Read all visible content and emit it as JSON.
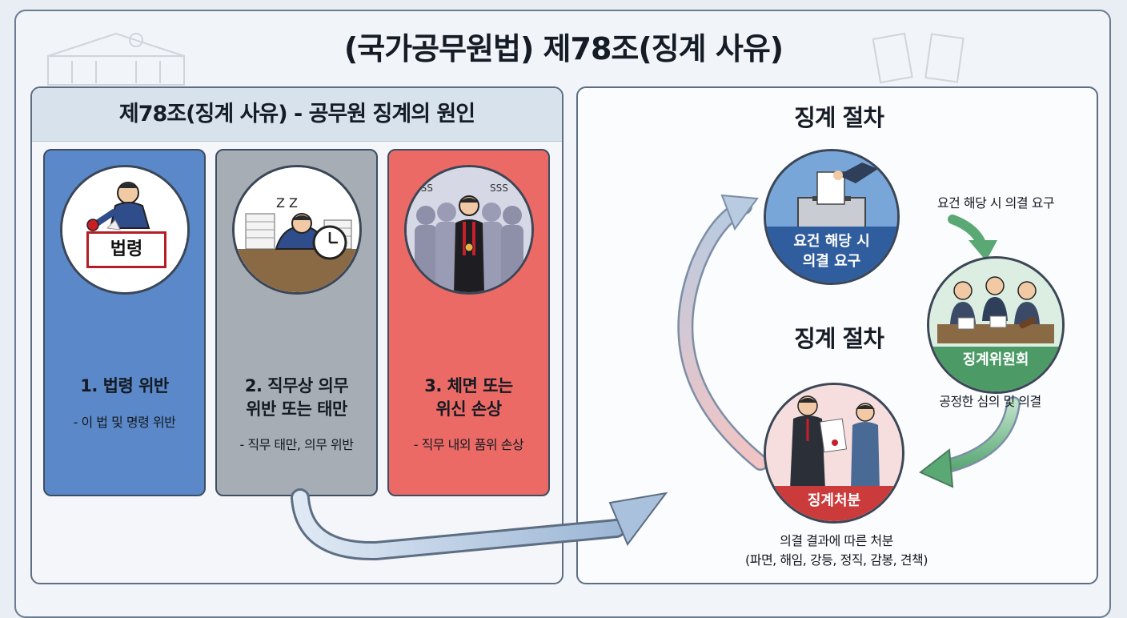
{
  "title": "(국가공무원법) 제78조(징계 사유)",
  "left": {
    "heading": "제78조(징계 사유) - 공무원 징계의 원인",
    "causes": [
      {
        "title_line1": "1. 법령 위반",
        "title_line2": "",
        "desc": "- 이 법 및 명령 위반",
        "sign": "법령",
        "color": "#5a88c8"
      },
      {
        "title_line1": "2. 직무상 의무",
        "title_line2": "위반 또는 태만",
        "desc": "- 직무 태만, 의무 위반",
        "color": "#a6adb5"
      },
      {
        "title_line1": "3. 체면 또는",
        "title_line2": "위신 손상",
        "desc": "- 직무 내외 품위 손상",
        "color": "#eb6a66"
      }
    ]
  },
  "right": {
    "heading_top": "징계 절차",
    "heading_mid": "징계 절차",
    "steps": [
      {
        "label_line1": "요건 해당 시",
        "label_line2": "의결 요구",
        "color": "#5a88c8"
      },
      {
        "label": "징계위원회",
        "color": "#5aaa72"
      },
      {
        "label": "징계처분",
        "color": "#e06262"
      }
    ],
    "notes": {
      "request": "요건 해당 시 의결 요구",
      "committee": "공정한 심의 및 의결",
      "disposition_line1": "의결 결과에 따른 처분",
      "disposition_line2": "(파면, 해임, 강등, 정직, 감봉, 견책)"
    }
  },
  "icons": {
    "clock": "clock-icon",
    "ballot": "ballot-box-icon",
    "gavel": "gavel-icon",
    "document": "document-icon"
  }
}
